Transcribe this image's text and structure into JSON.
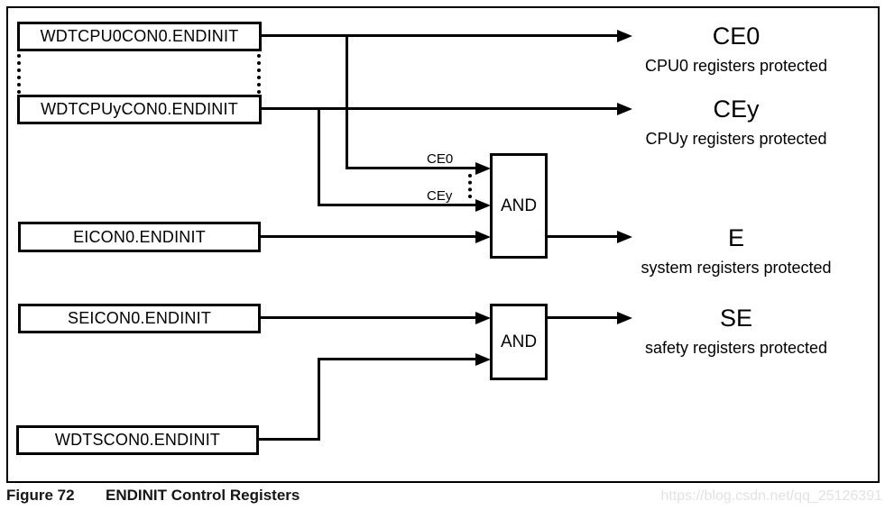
{
  "figure": {
    "caption_label": "Figure 72",
    "caption_title": "ENDINIT Control Registers"
  },
  "watermark": {
    "text": "https://blog.csdn.net/qq_25126391"
  },
  "diagram": {
    "registers": [
      {
        "name": "WDTCPU0CON0",
        "label": "WDTCPU0CON0.ENDINIT"
      },
      {
        "name": "WDTCPUyCON0",
        "label": "WDTCPUyCON0.ENDINIT"
      },
      {
        "name": "EICON0",
        "label": "EICON0.ENDINIT"
      },
      {
        "name": "SEICON0",
        "label": "SEICON0.ENDINIT"
      },
      {
        "name": "WDTSCON0",
        "label": "WDTSCON0.ENDINIT"
      }
    ],
    "gates": [
      {
        "label": "AND"
      },
      {
        "label": "AND"
      }
    ],
    "wire_labels": {
      "ce0": "CE0",
      "cey": "CEy"
    },
    "outputs": [
      {
        "signal": "CE0",
        "description": "CPU0 registers protected"
      },
      {
        "signal": "CEy",
        "description": "CPUy registers protected"
      },
      {
        "signal": "E",
        "description": "system registers protected"
      },
      {
        "signal": "SE",
        "description": "safety registers protected"
      }
    ]
  },
  "colors": {
    "line": "#000000",
    "text": "#000000",
    "caption": "#161616",
    "watermark": "#e2e2e2",
    "background": "#ffffff"
  }
}
